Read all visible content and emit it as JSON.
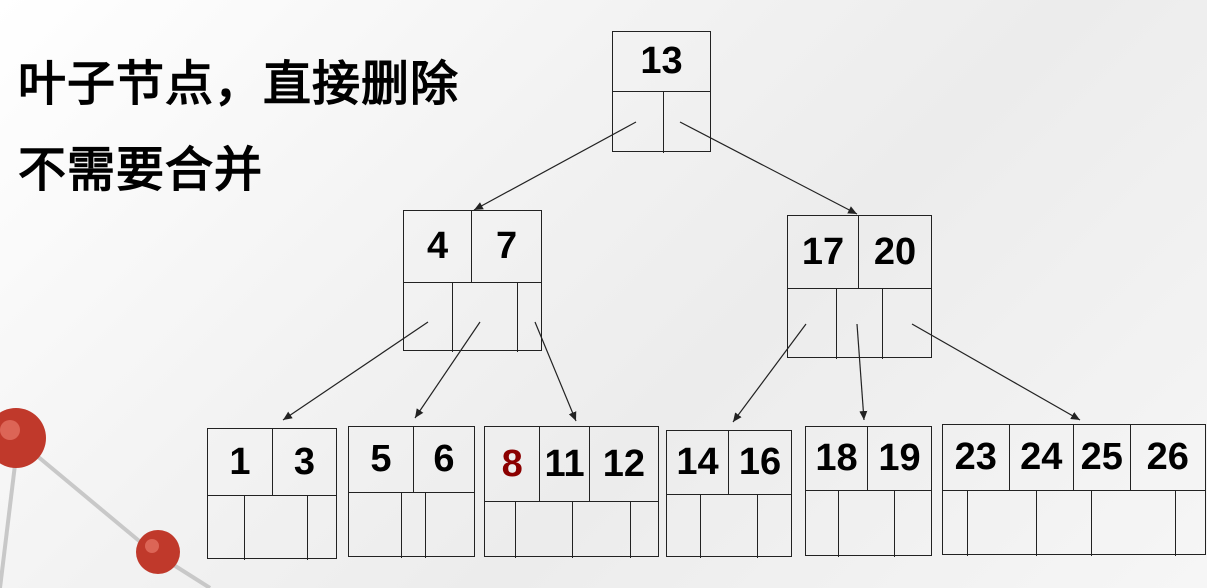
{
  "title": {
    "line1": "叶子节点，直接删除",
    "line2": "不需要合并"
  },
  "colors": {
    "key": "#000000",
    "highlight_key": "#8b0000",
    "border": "#222222"
  },
  "tree": {
    "root": {
      "keys": [
        "13"
      ]
    },
    "internal": [
      {
        "keys": [
          "4",
          "7"
        ]
      },
      {
        "keys": [
          "17",
          "20"
        ]
      }
    ],
    "leaves": [
      {
        "keys": [
          "1",
          "3"
        ]
      },
      {
        "keys": [
          "5",
          "6"
        ]
      },
      {
        "keys": [
          "8",
          "11",
          "12"
        ],
        "highlight": "8"
      },
      {
        "keys": [
          "14",
          "16"
        ]
      },
      {
        "keys": [
          "18",
          "19"
        ]
      },
      {
        "keys": [
          "23",
          "24",
          "25",
          "26"
        ]
      }
    ]
  }
}
